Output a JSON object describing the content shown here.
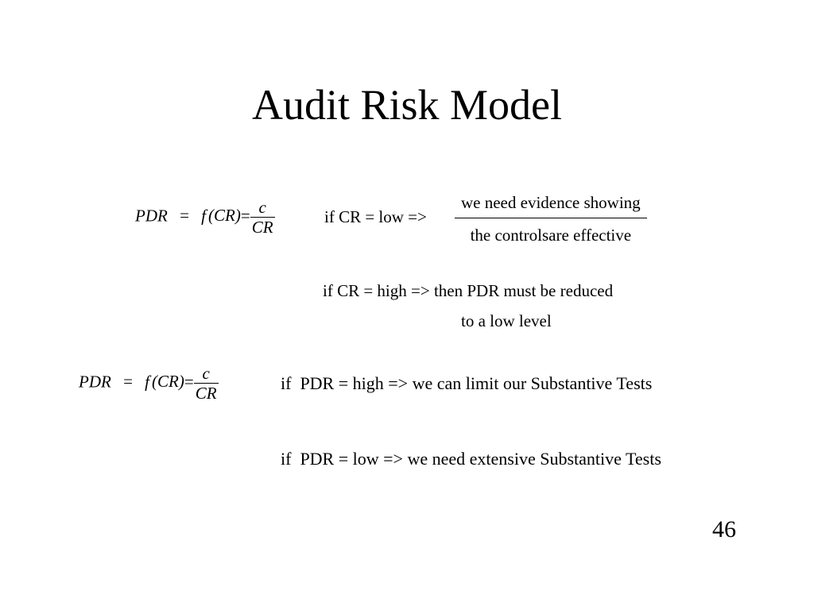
{
  "slide": {
    "title": "Audit Risk Model",
    "page_number": "46"
  },
  "formula1": {
    "lhs": "PDR",
    "eq1": "=",
    "func": "f",
    "arg": "(CR)",
    "eq2": "=",
    "numerator": "c",
    "denominator": "CR"
  },
  "rule1": {
    "condition": "if CR = low  =>",
    "result_line1": "we need evidence showing",
    "result_line2": "the controlsare effective"
  },
  "rule2": {
    "line1": "if CR = high  => then PDR must be reduced",
    "line2": "to a low level"
  },
  "formula2": {
    "lhs": "PDR",
    "eq1": "=",
    "func": "f",
    "arg": "(CR)",
    "eq2": "=",
    "numerator": "c",
    "denominator": "CR"
  },
  "rule3": {
    "text": "if  PDR = high => we can limit our Substantive Tests"
  },
  "rule4": {
    "text": "if  PDR = low => we need extensive Substantive Tests"
  }
}
